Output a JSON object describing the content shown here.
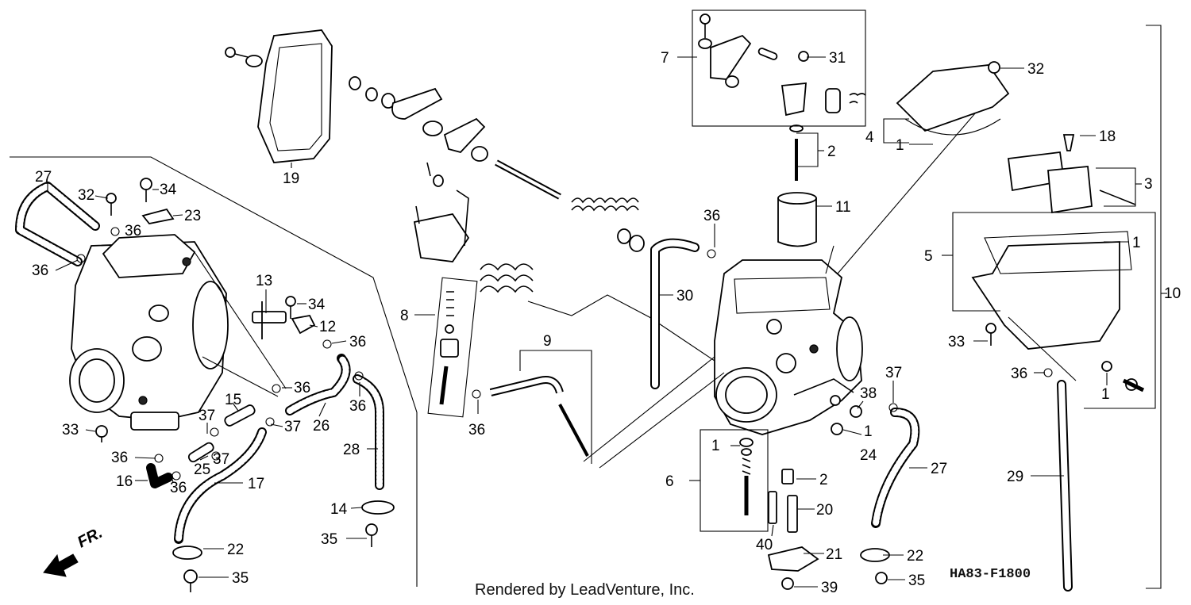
{
  "footer": {
    "credit": "Rendered by LeadVenture, Inc.",
    "drawing_code": "HA83-F1800",
    "direction_label": "FR."
  },
  "callouts": [
    {
      "id": "c27a",
      "label": "27"
    },
    {
      "id": "c32a",
      "label": "32"
    },
    {
      "id": "c34a",
      "label": "34"
    },
    {
      "id": "c23",
      "label": "23"
    },
    {
      "id": "c36a",
      "label": "36"
    },
    {
      "id": "c36b",
      "label": "36"
    },
    {
      "id": "c19",
      "label": "19"
    },
    {
      "id": "c13",
      "label": "13"
    },
    {
      "id": "c34b",
      "label": "34"
    },
    {
      "id": "c12",
      "label": "12"
    },
    {
      "id": "c36c",
      "label": "36"
    },
    {
      "id": "c36d",
      "label": "36"
    },
    {
      "id": "c36e",
      "label": "36"
    },
    {
      "id": "c26",
      "label": "26"
    },
    {
      "id": "c15",
      "label": "15"
    },
    {
      "id": "c37a",
      "label": "37"
    },
    {
      "id": "c37b",
      "label": "37"
    },
    {
      "id": "c33a",
      "label": "33"
    },
    {
      "id": "c36f",
      "label": "36"
    },
    {
      "id": "c25",
      "label": "25"
    },
    {
      "id": "c37c",
      "label": "37"
    },
    {
      "id": "c16",
      "label": "16"
    },
    {
      "id": "c36g",
      "label": "36"
    },
    {
      "id": "c17",
      "label": "17"
    },
    {
      "id": "c28",
      "label": "28"
    },
    {
      "id": "c14",
      "label": "14"
    },
    {
      "id": "c35a",
      "label": "35"
    },
    {
      "id": "c22a",
      "label": "22"
    },
    {
      "id": "c35b",
      "label": "35"
    },
    {
      "id": "c8",
      "label": "8"
    },
    {
      "id": "c9",
      "label": "9"
    },
    {
      "id": "c36h",
      "label": "36"
    },
    {
      "id": "c7",
      "label": "7"
    },
    {
      "id": "c31",
      "label": "31"
    },
    {
      "id": "c2a",
      "label": "2"
    },
    {
      "id": "c11",
      "label": "11"
    },
    {
      "id": "c36i",
      "label": "36"
    },
    {
      "id": "c30",
      "label": "30"
    },
    {
      "id": "c4",
      "label": "4"
    },
    {
      "id": "c1a",
      "label": "1"
    },
    {
      "id": "c32b",
      "label": "32"
    },
    {
      "id": "c18",
      "label": "18"
    },
    {
      "id": "c3",
      "label": "3"
    },
    {
      "id": "c5",
      "label": "5"
    },
    {
      "id": "c1b",
      "label": "1"
    },
    {
      "id": "c10",
      "label": "10"
    },
    {
      "id": "c33b",
      "label": "33"
    },
    {
      "id": "c36j",
      "label": "36"
    },
    {
      "id": "c1c",
      "label": "1"
    },
    {
      "id": "c37d",
      "label": "37"
    },
    {
      "id": "c38",
      "label": "38"
    },
    {
      "id": "c1d",
      "label": "1"
    },
    {
      "id": "c24",
      "label": "24"
    },
    {
      "id": "c6",
      "label": "6"
    },
    {
      "id": "c1e",
      "label": "1"
    },
    {
      "id": "c2b",
      "label": "2"
    },
    {
      "id": "c20",
      "label": "20"
    },
    {
      "id": "c40",
      "label": "40"
    },
    {
      "id": "c21",
      "label": "21"
    },
    {
      "id": "c39",
      "label": "39"
    },
    {
      "id": "c27b",
      "label": "27"
    },
    {
      "id": "c22b",
      "label": "22"
    },
    {
      "id": "c35c",
      "label": "35"
    },
    {
      "id": "c29",
      "label": "29"
    }
  ]
}
